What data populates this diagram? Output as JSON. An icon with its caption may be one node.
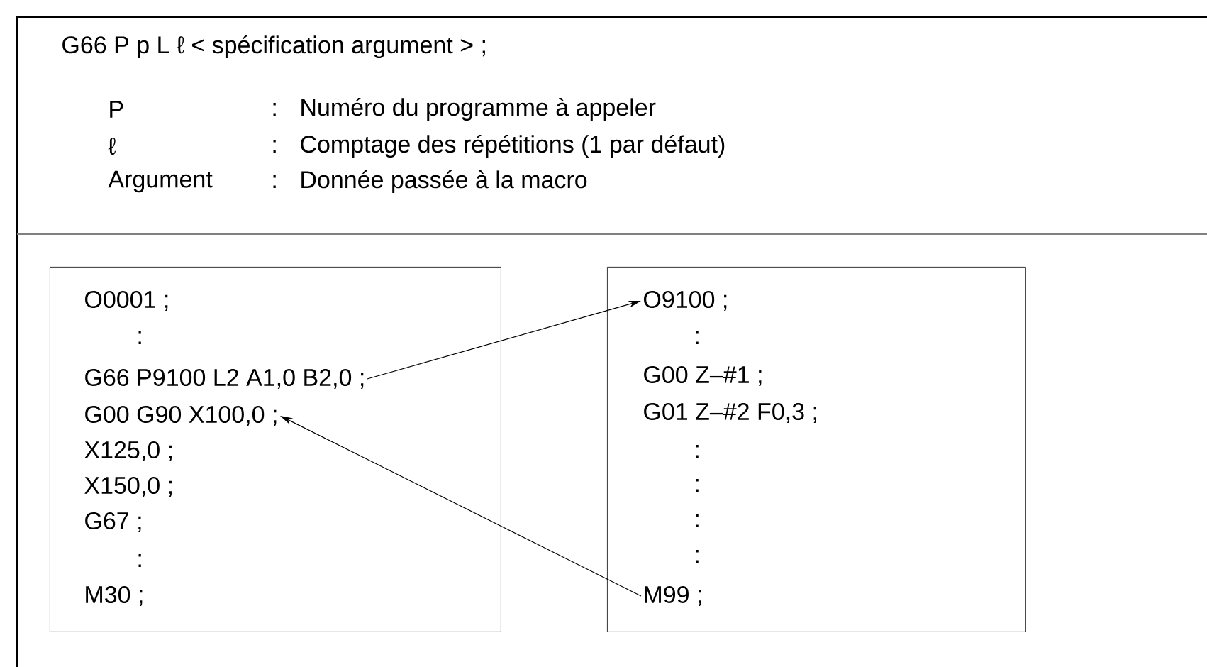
{
  "diagram": {
    "nodes": [
      {
        "text": [],
        "shape": "box"
      },
      {
        "text": [
          "O0001 ;"
        ],
        "in": 0
      },
      {
        "text": [
          ":"
        ],
        "in": 0
      },
      {
        "text": [
          "G66 P9100 L2 A1,0 B2,0 ;"
        ],
        "in": 0
      },
      {
        "text": [
          "G00 G90 X100,0 ;"
        ],
        "in": 0
      },
      {
        "text": [
          "X125,0 ;"
        ],
        "in": 0
      },
      {
        "text": [
          "X150,0 ;"
        ],
        "in": 0
      },
      {
        "text": [
          "G67 ;"
        ],
        "in": 0
      },
      {
        "text": [
          ":"
        ],
        "in": 0
      },
      {
        "text": [
          "M30 ;"
        ],
        "in": 0
      },
      {
        "text": [],
        "shape": "box"
      },
      {
        "text": [
          "O9100 ;"
        ],
        "in": 10
      },
      {
        "text": [
          ":"
        ],
        "in": 10
      },
      {
        "text": [
          "G00 Z–#1 ;"
        ],
        "in": 10
      },
      {
        "text": [
          "G01 Z–#2 F0,3 ;"
        ],
        "in": 10
      },
      {
        "text": [
          ":"
        ],
        "in": 10
      },
      {
        "text": [
          ":"
        ],
        "in": 10
      },
      {
        "text": [
          ":"
        ],
        "in": 10
      },
      {
        "text": [
          ":"
        ],
        "in": 10
      },
      {
        "text": [
          "M99 ;"
        ],
        "in": 10
      }
    ],
    "edges": [
      {
        "from": 3,
        "to": 11,
        "arrow": "to"
      },
      {
        "from": 19,
        "to": 4,
        "arrow": "to"
      }
    ],
    "labels": [
      "G66  P p  L  ℓ  < spécification argument > ;",
      "P",
      ":",
      "Numéro du programme à appeler",
      "ℓ",
      ":",
      "Comptage des répétitions (1 par défaut)",
      "Argument",
      ":",
      "Donnée passée à la macro"
    ]
  }
}
